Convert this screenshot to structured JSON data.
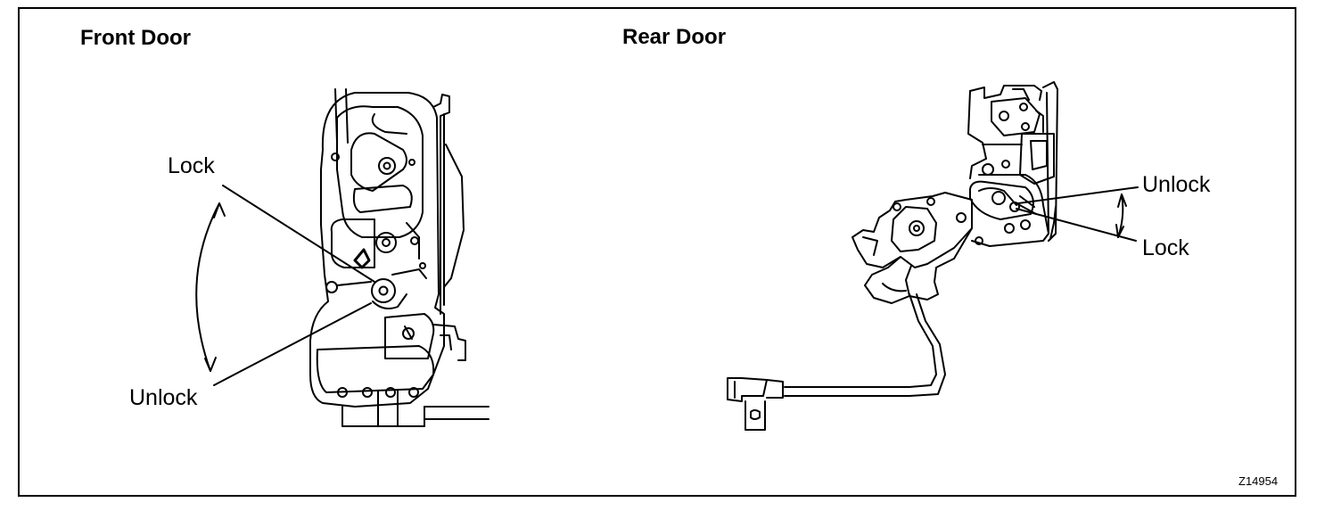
{
  "panels": {
    "front": {
      "title": "Front Door",
      "lock_label": "Lock",
      "unlock_label": "Unlock"
    },
    "rear": {
      "title": "Rear Door",
      "unlock_label": "Unlock",
      "lock_label": "Lock"
    }
  },
  "figure_code": "Z14954",
  "colors": {
    "ink": "#000000",
    "paper": "#ffffff"
  }
}
